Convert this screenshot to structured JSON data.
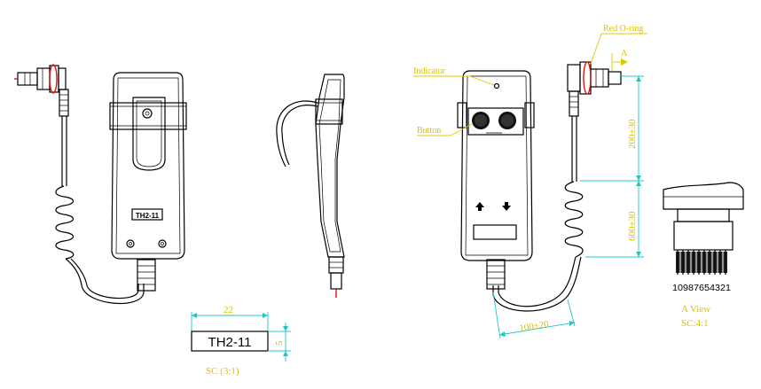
{
  "colors": {
    "dimension": "#1fc8c8",
    "label": "#d9c200",
    "oring": "#e01010",
    "outline": "#000000"
  },
  "front_view": {
    "label_plate": "TH2-11"
  },
  "right_view": {
    "callouts": {
      "red_oring": "Red O-ring",
      "indicator": "Indicator",
      "button": "Button",
      "section_mark": "A"
    },
    "dimensions": {
      "upper_length": "200±30",
      "coil_length": "600±30",
      "tail_length": "100±20"
    }
  },
  "label_detail": {
    "width": "22",
    "height": "5",
    "text": "TH2-11",
    "scale": "SC (3:1)"
  },
  "view_a": {
    "pin_numbers": "10987654321",
    "title": "A View",
    "scale": "SC:4:1"
  }
}
